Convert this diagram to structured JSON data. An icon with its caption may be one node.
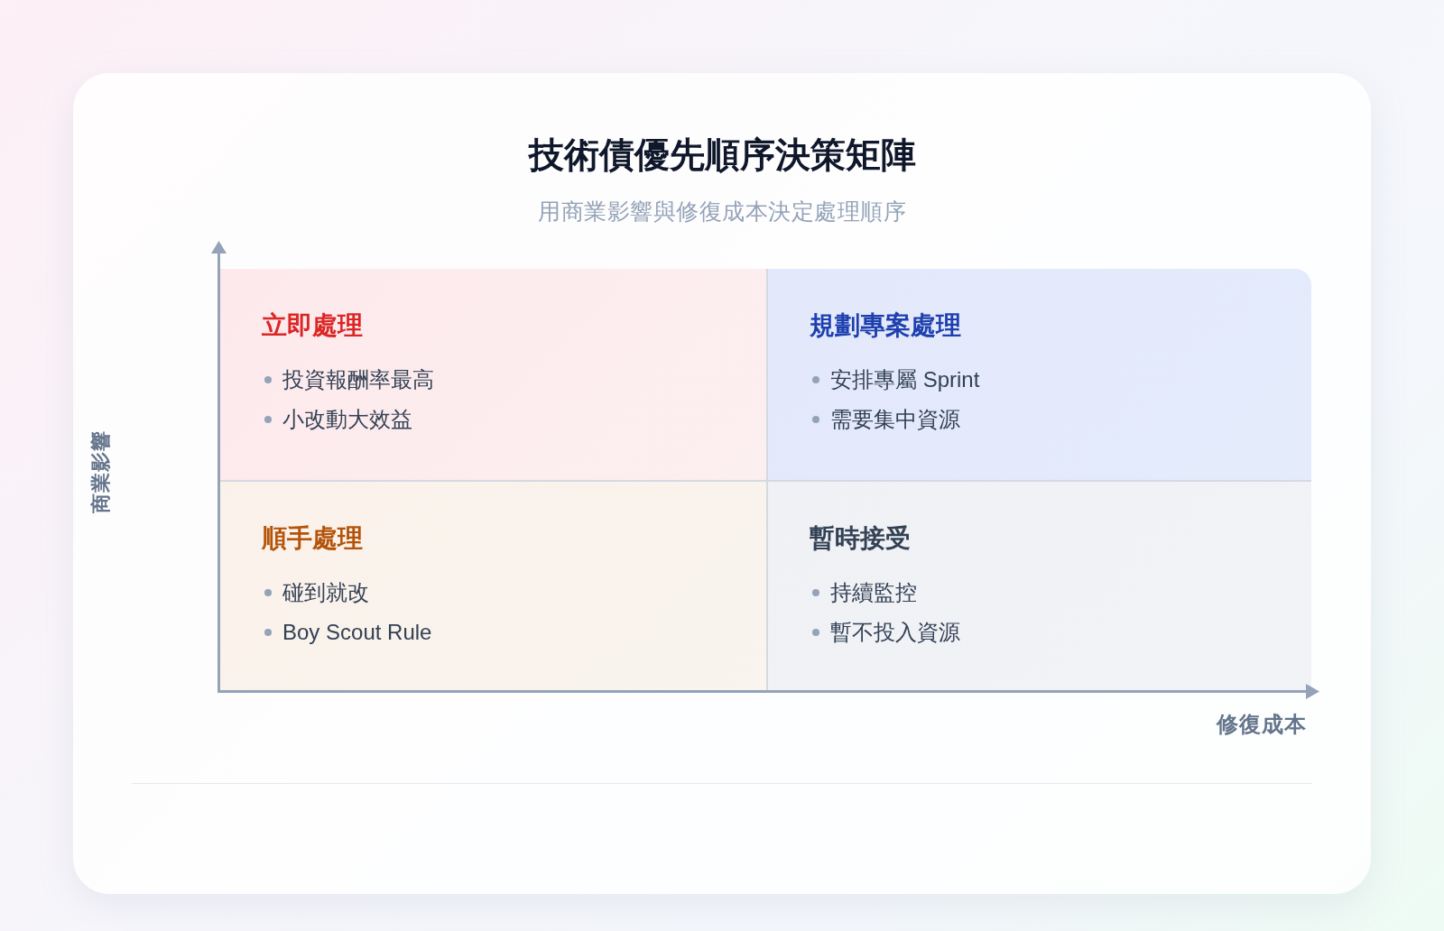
{
  "diagram": {
    "title": "技術債優先順序決策矩陣",
    "nodes": [
      {
        "text": [
          "立即處理",
          "投資報酬率最高",
          "小改動大效益"
        ]
      },
      {
        "text": [
          "規劃專案處理",
          "安排專屬 Sprint",
          "需要集中資源"
        ]
      },
      {
        "text": [
          "順手處理",
          "碰到就改",
          "Boy Scout Rule"
        ]
      },
      {
        "text": [
          "暫時接受",
          "持續監控",
          "暫不投入資源"
        ]
      }
    ],
    "labels": [
      "用商業影響與修復成本決定處理順序",
      "商業影響",
      "修復成本"
    ]
  }
}
